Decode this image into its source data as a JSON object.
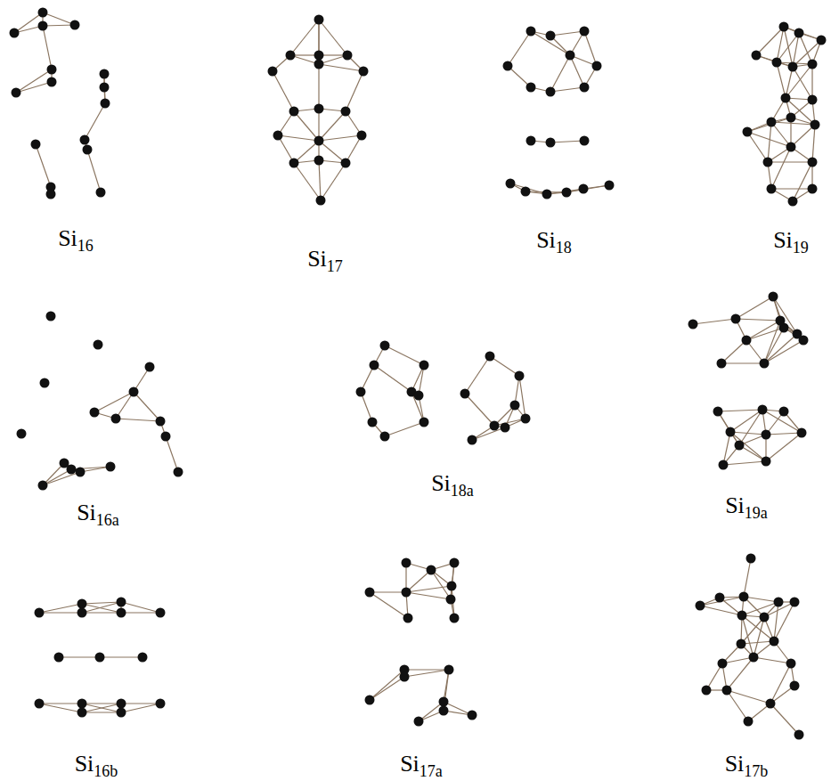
{
  "diagram": {
    "labels": [
      "Si16",
      "Si17",
      "Si18",
      "Si19",
      "Si16a",
      "Si18a",
      "Si19a",
      "Si16b",
      "Si17a",
      "Si17b"
    ]
  }
}
